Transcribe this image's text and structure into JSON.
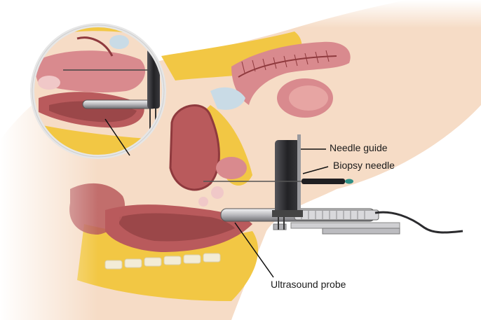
{
  "labels": {
    "needle_guide": "Needle guide",
    "biopsy_needle": "Biopsy needle",
    "ultrasound_probe": "Ultrasound probe"
  },
  "colors": {
    "skin": "#f6dcc6",
    "skin_shadow": "#e8bfa2",
    "fat": "#f2c744",
    "tissue_pink": "#d98a8e",
    "organ_red": "#b95a5c",
    "organ_dark": "#8f3a3e",
    "membrane": "#c9dbe6",
    "device_dark": "#2b2b2e",
    "metal": "#c9c9cc",
    "needle_tip": "#2f8f86",
    "bone": "#f3ecd6"
  }
}
